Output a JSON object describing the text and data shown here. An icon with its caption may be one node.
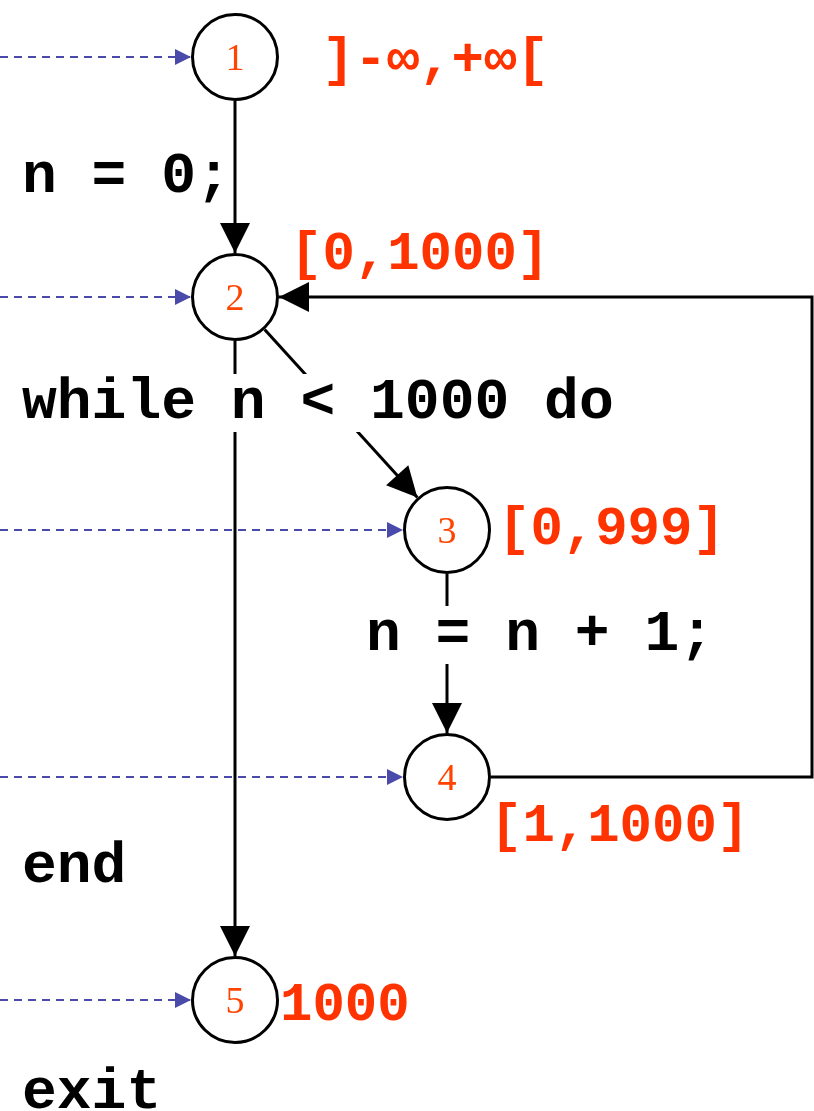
{
  "diagram": {
    "nodes": [
      {
        "text": [
          "1"
        ],
        "beside": [
          "]-∞,+∞["
        ]
      },
      {
        "text": [
          "2"
        ],
        "beside": [
          "[0,1000]"
        ]
      },
      {
        "text": [
          "3"
        ],
        "beside": [
          "[0,999]"
        ]
      },
      {
        "text": [
          "4"
        ],
        "beside": [
          "[1,1000]"
        ]
      },
      {
        "text": [
          "5"
        ],
        "beside": [
          "1000"
        ]
      }
    ],
    "edges": [
      {
        "from": null,
        "to": 0,
        "arrow": "to",
        "style": "dashed",
        "color": "#4a4aaa"
      },
      {
        "from": null,
        "to": 1,
        "arrow": "to",
        "style": "dashed",
        "color": "#4a4aaa"
      },
      {
        "from": null,
        "to": 2,
        "arrow": "to",
        "style": "dashed",
        "color": "#4a4aaa"
      },
      {
        "from": null,
        "to": 3,
        "arrow": "to",
        "style": "dashed",
        "color": "#4a4aaa"
      },
      {
        "from": null,
        "to": 4,
        "arrow": "to",
        "style": "dashed",
        "color": "#4a4aaa"
      },
      {
        "from": 0,
        "to": 1,
        "arrow": "to",
        "color": "#000000"
      },
      {
        "from": 1,
        "to": 2,
        "arrow": "to",
        "color": "#000000"
      },
      {
        "from": 1,
        "to": 4,
        "arrow": "to",
        "color": "#000000"
      },
      {
        "from": 2,
        "to": 3,
        "arrow": "to",
        "color": "#000000"
      },
      {
        "from": 3,
        "to": 1,
        "arrow": "to",
        "color": "#000000"
      }
    ],
    "labels": [
      "n = 0;",
      "while n < 1000 do",
      "n = n + 1;",
      "end",
      "exit"
    ]
  }
}
